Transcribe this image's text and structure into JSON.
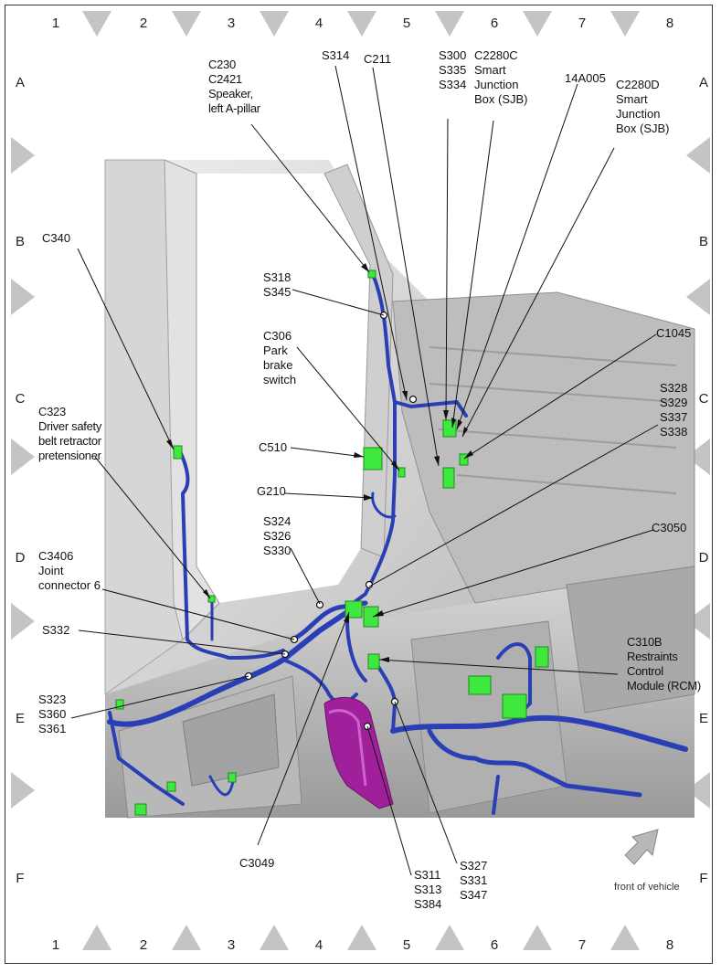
{
  "grid": {
    "columns": [
      "1",
      "2",
      "3",
      "4",
      "5",
      "6",
      "7",
      "8"
    ],
    "rows": [
      "A",
      "B",
      "C",
      "D",
      "E",
      "F"
    ]
  },
  "callouts": {
    "c230": "C230\nC2421\nSpeaker,\nleft A-pillar",
    "s314": "S314",
    "c211": "C211",
    "s300": "S300\nS335\nS334",
    "c2280c": "C2280C\nSmart\nJunction\nBox (SJB)",
    "a14a005": "14A005",
    "c2280d": "C2280D\nSmart\nJunction\nBox (SJB)",
    "c340": "C340",
    "s318": "S318\nS345",
    "c306": "C306\nPark\nbrake\nswitch",
    "c1045": "C1045",
    "c323": "C323\nDriver safety\nbelt retractor\npretensioner",
    "c510": "C510",
    "s328": "S328\nS329\nS337\nS338",
    "g210": "G210",
    "s324": "S324\nS326\nS330",
    "c3050": "C3050",
    "c3406": "C3406\nJoint\nconnector 6",
    "s332": "S332",
    "c310b": "C310B\nRestraints\nControl\nModule (RCM)",
    "s323": "S323\nS360\nS361",
    "c3049": "C3049",
    "s311": "S311\nS313\nS384",
    "s327": "S327\nS331\nS347"
  },
  "front_label": "front of vehicle",
  "colors": {
    "harness": "#2a3fb5",
    "connector": "#3ee83e",
    "module": "#a0209c",
    "body_metal": "#d4d4d4",
    "grid_marker": "#c4c4c4"
  }
}
